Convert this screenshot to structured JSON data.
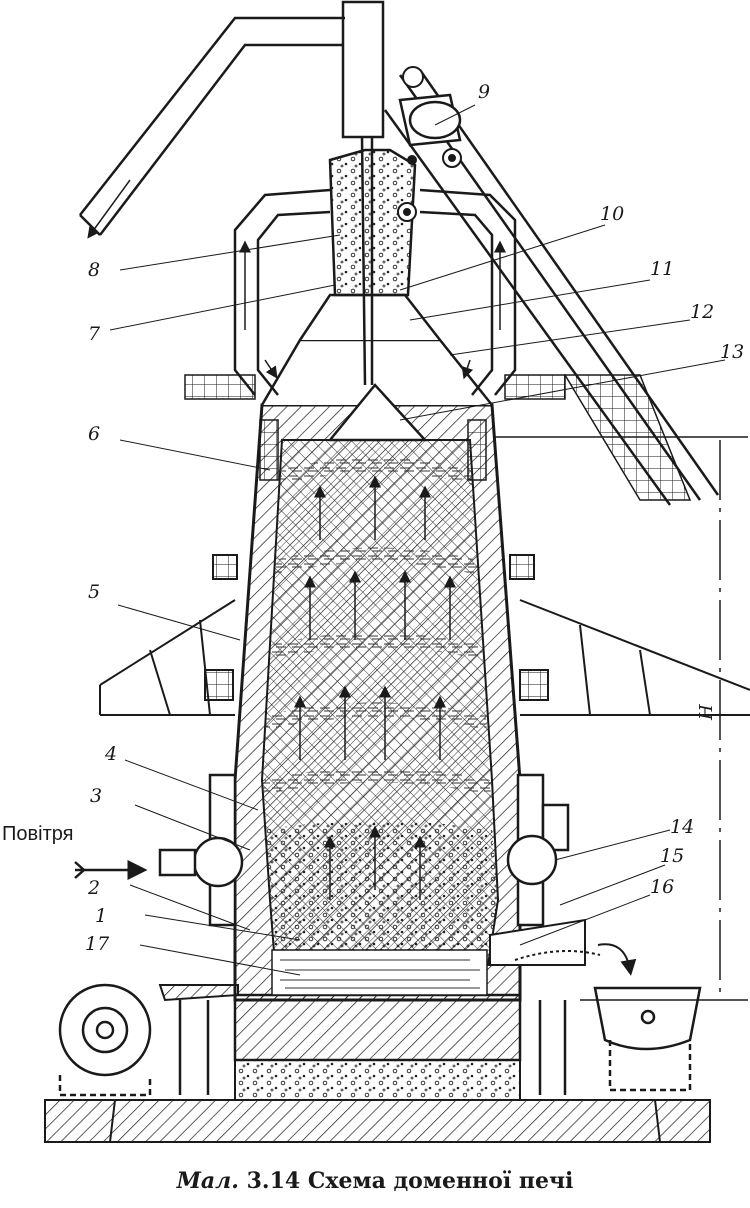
{
  "figure": {
    "caption_prefix": "Мал.",
    "caption_text": " 3.14 Схема доменної печі",
    "air_label": "Повітря",
    "height_label": "H",
    "labels": [
      "1",
      "2",
      "3",
      "4",
      "5",
      "6",
      "7",
      "8",
      "9",
      "10",
      "11",
      "12",
      "13",
      "14",
      "15",
      "16",
      "17"
    ]
  },
  "colors": {
    "ink": "#1a1a1a",
    "paper": "#ffffff"
  }
}
